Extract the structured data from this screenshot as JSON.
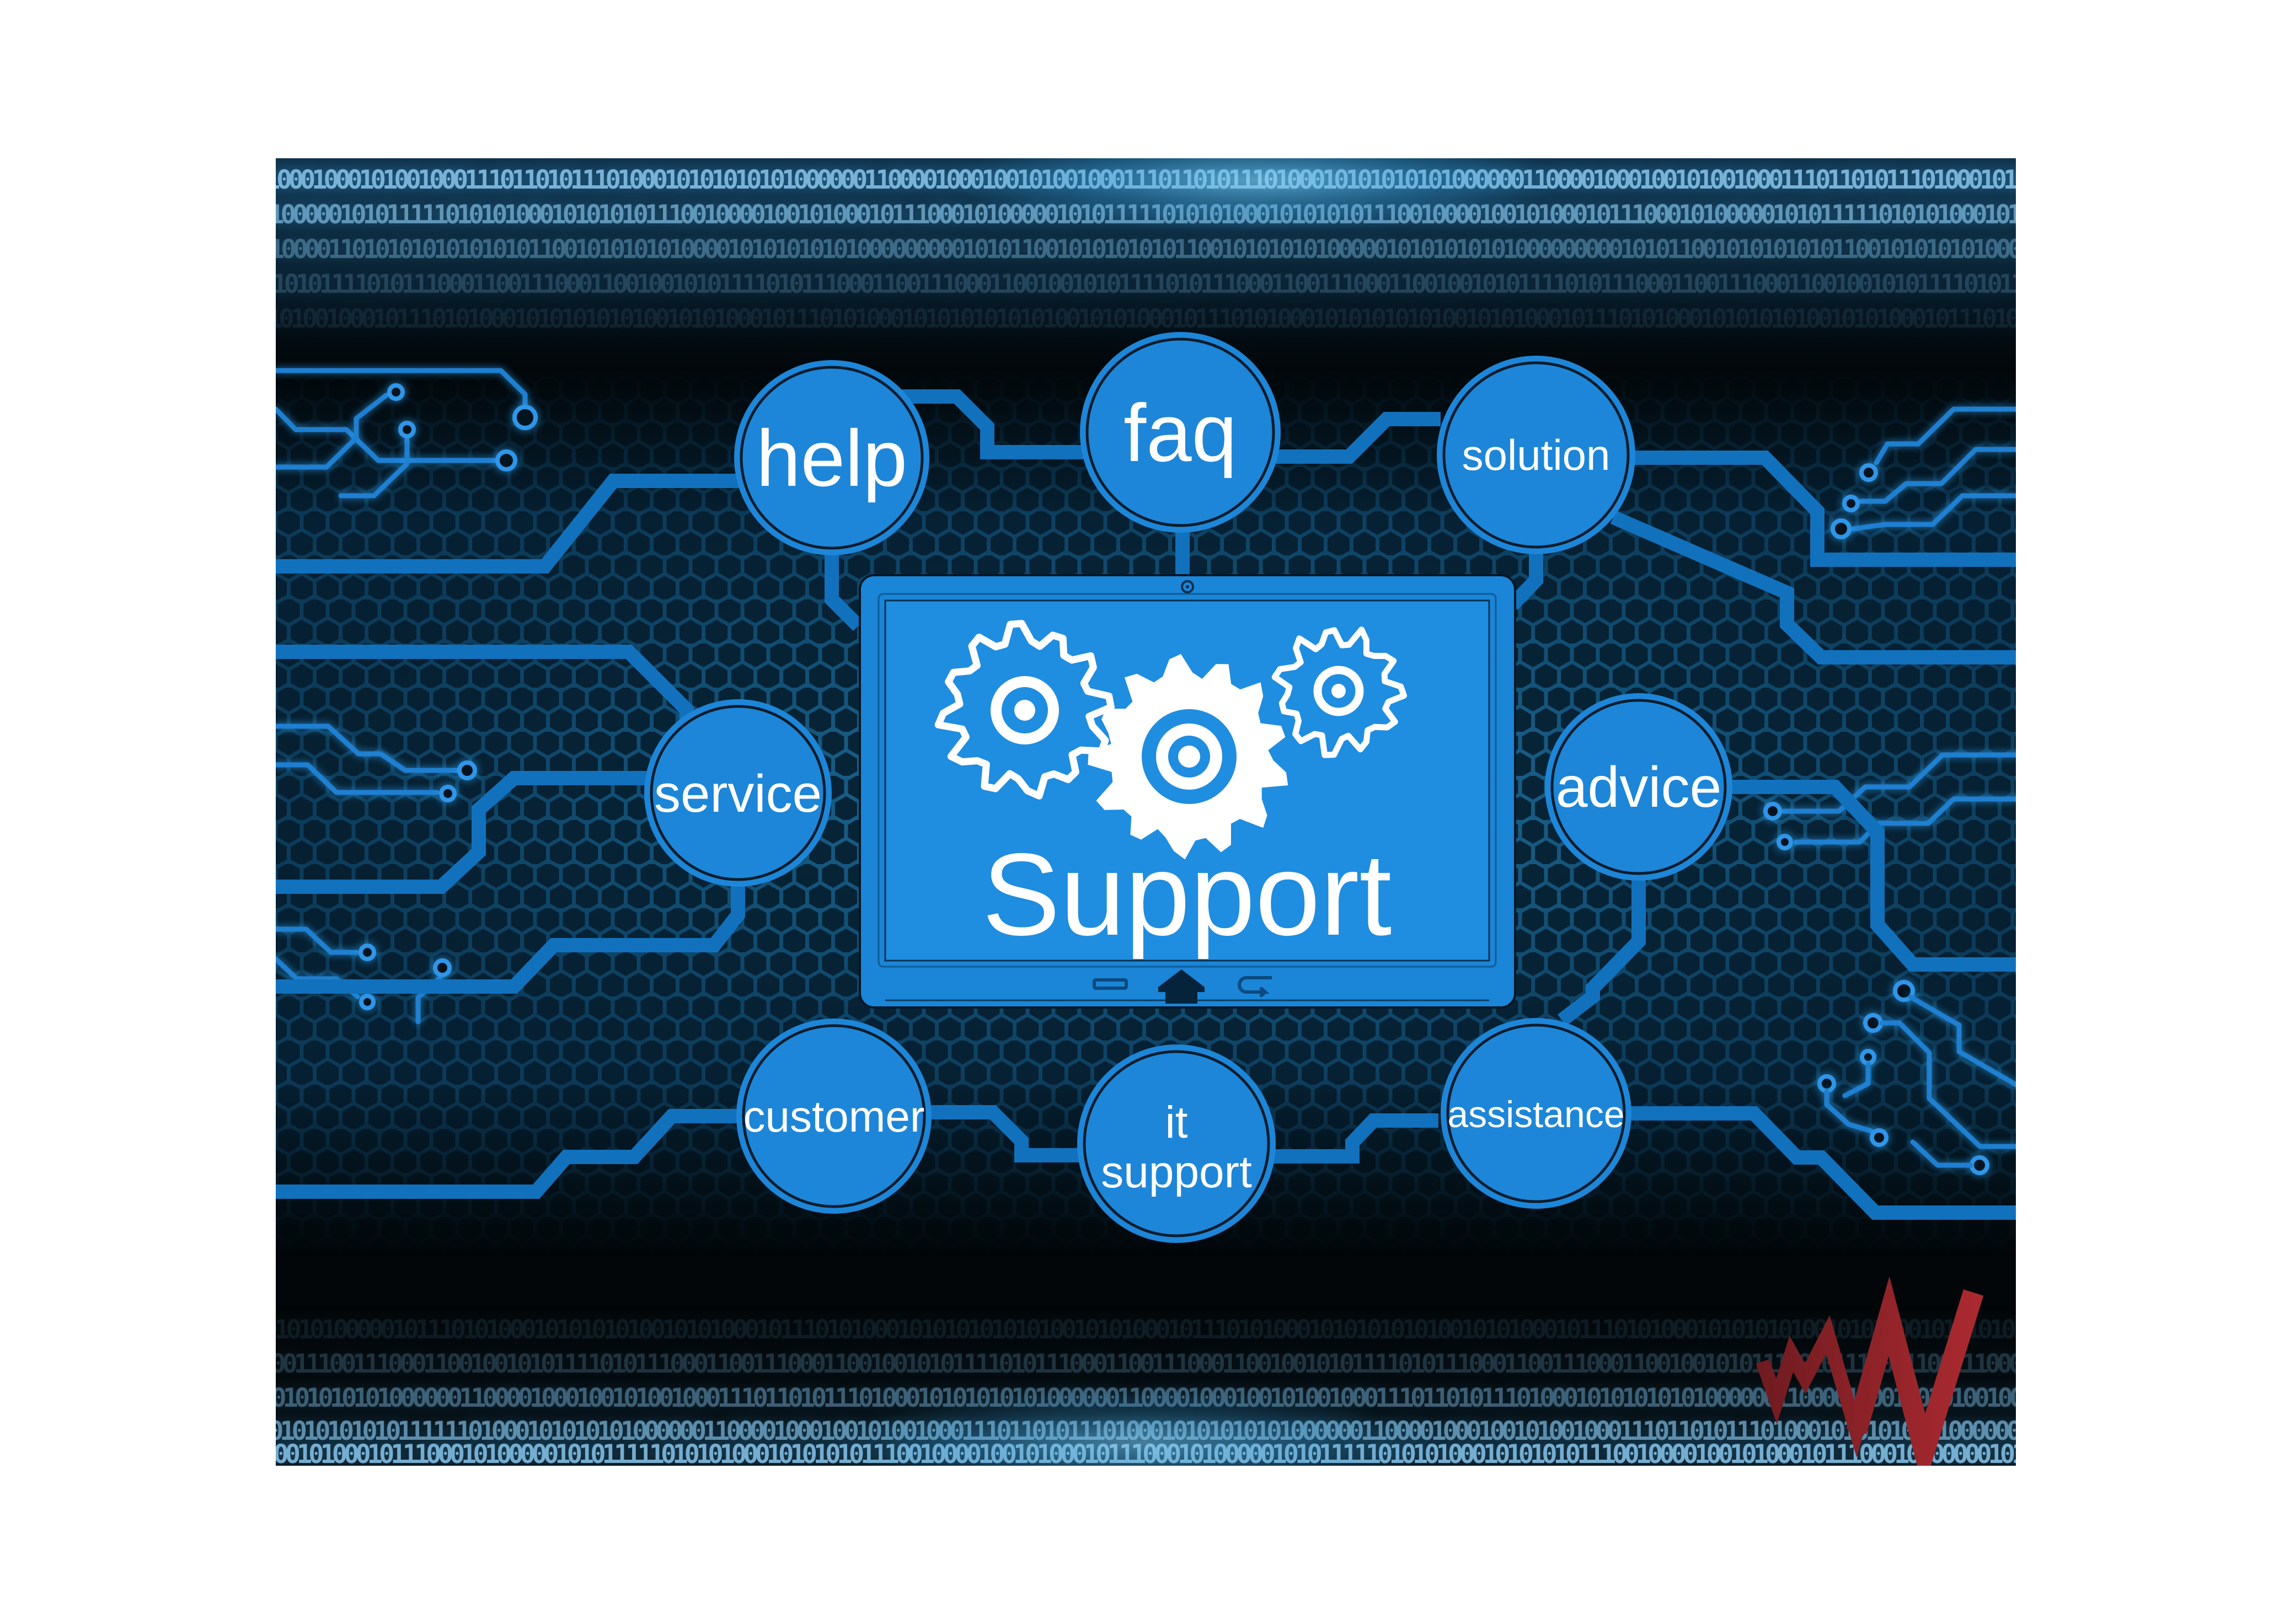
{
  "center": {
    "screen_word": "Support"
  },
  "nodes": {
    "help": {
      "label": "help"
    },
    "faq": {
      "label": "faq"
    },
    "solution": {
      "label": "solution"
    },
    "service": {
      "label": "service"
    },
    "advice": {
      "label": "advice"
    },
    "customer": {
      "label": "customer"
    },
    "it_support": {
      "line1": "it",
      "line2": "support"
    },
    "assistance": {
      "label": "assistance"
    }
  },
  "binary": {
    "top": [
      "100010001010010001110110101110100010101010101000000110000100010010100100011101101011101000101010101010000001100001000100101001000111011010111010001010101010",
      "010000010101111101010100010101010111001000010010100010111000101000001010111110101010001010101011100100001001010001011100010100000101011111010101000101010101",
      "100001101010101010101011001010101010000101010101010000000001010110010101010101100101010101000001010101010100000000010101100101010101011001010101010000010101",
      "010101111010111000110011100011001001010111101011100011001110001100100101011110101110001100111000110010010101111010111000110011100011001001010111101011100011",
      "101001000101110101000101010101010010101000101110101000101010101010100101010001011101010001010101010100101010001011101010001010101010010101000101110101000101"
    ],
    "bottom": [
      "010101000001011101010001010101010010101000101110101000101010101010100101010001011101010001010101010100101010001011101010001010101010010101000101110101000101",
      "001110011100011001001010111101011100011001110001100100101011110101110001100111000110010010101111010111000110011100011001001010111101011100011001110001100100",
      "101010101010000001100001000100101001000111011010111010001010101010100000011000010001001010010001110110101110100010101010101000000110000100010010100100011101",
      "010101010101111110100010101010100000011000010001001010010001110110101110100010101010101000000110000100010010100100011101101011101000101010101010000001100001",
      "100101000101110001010000010101111101010100010101010111001000010010100010111000101000001010111110101010001010101011100100001001010001011100010100000101011111"
    ]
  },
  "colors": {
    "node_fill": "#1d86d8",
    "node_inner_ring": "#0a1c2b",
    "trace_blue": "#1171bd",
    "thin_trace_blue": "#1f7fd1",
    "screen_blue": "#1f8de0",
    "binary_text": "#7fb9dd",
    "hex_cell": "#051c2c",
    "band_glow": "#2f84b4",
    "logo_red_dark": "#6f1b20",
    "logo_red_bright": "#ab2a30",
    "page_margin": "#ffffff"
  },
  "icons": {
    "tablet": [
      "camera-icon",
      "menu-icon",
      "home-icon",
      "back-icon"
    ],
    "screen": [
      "gear-left-icon",
      "gear-center-icon",
      "gear-right-icon"
    ],
    "decor": [
      "circuit-pad-icon",
      "zigzag-logo-icon"
    ]
  }
}
